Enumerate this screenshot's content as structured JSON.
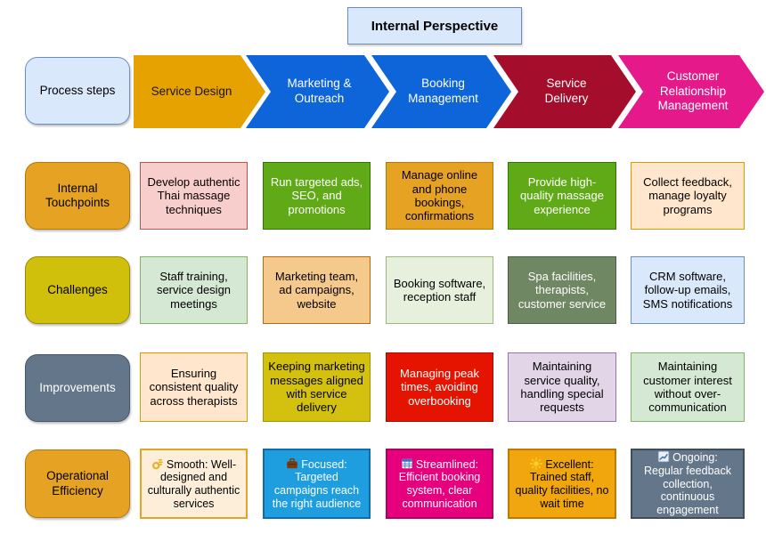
{
  "title": "Internal Perspective",
  "process_steps": {
    "label": "Process steps",
    "steps": [
      "Service Design",
      "Marketing & Outreach",
      "Booking Management",
      "Service Delivery",
      "Customer Relationship Management"
    ]
  },
  "grid": {
    "rows": [
      {
        "label": "Internal Touchpoints",
        "cells": [
          {
            "text": "Develop authentic Thai massage techniques"
          },
          {
            "text": "Run targeted ads, SEO, and promotions"
          },
          {
            "text": "Manage online and phone bookings, confirmations"
          },
          {
            "text": "Provide high-quality massage experience"
          },
          {
            "text": "Collect feedback, manage loyalty programs"
          }
        ]
      },
      {
        "label": "Challenges",
        "cells": [
          {
            "text": "Staff training, service design meetings"
          },
          {
            "text": "Marketing team, ad campaigns, website"
          },
          {
            "text": "Booking software, reception staff"
          },
          {
            "text": "Spa facilities, therapists, customer service"
          },
          {
            "text": "CRM software, follow-up emails, SMS notifications"
          }
        ]
      },
      {
        "label": "Improvements",
        "cells": [
          {
            "text": "Ensuring consistent quality across therapists"
          },
          {
            "text": "Keeping marketing messages aligned with service delivery"
          },
          {
            "text": "Managing peak times, avoiding overbooking"
          },
          {
            "text": "Maintaining service quality, handling special requests"
          },
          {
            "text": "Maintaining customer interest without over-communication"
          }
        ]
      },
      {
        "label": "Operational Efficiency",
        "cells": [
          {
            "icon": "ok-hand-icon",
            "text": "Smooth: Well-designed and culturally authentic services"
          },
          {
            "icon": "briefcase-icon",
            "text": "Focused: Targeted campaigns reach the right audience"
          },
          {
            "icon": "calendar-icon",
            "text": "Streamlined: Efficient booking system, clear communication"
          },
          {
            "icon": "sun-icon",
            "text": "Excellent: Trained staff, quality facilities, no wait time"
          },
          {
            "icon": "chart-increasing-icon",
            "text": "Ongoing: Regular feedback collection, continuous engagement"
          }
        ]
      }
    ]
  },
  "colors": {
    "title_fill": "#dae8fc",
    "title_border": "#6c8ebf",
    "chevron_orange": "#e6a200",
    "chevron_blue": "#0d65d9",
    "chevron_dark_red": "#a50d2d",
    "chevron_pink": "#e6198b",
    "label_orange": "#e6a223",
    "label_gold": "#d0c00c",
    "label_slate": "#64778a",
    "cell_pink": "#f8cecc",
    "cell_green": "#60a917",
    "cell_peach": "#ffe6cc",
    "cell_light_green": "#d5e8d4",
    "cell_sage": "#6f8762",
    "cell_light_blue": "#dae8fc",
    "cell_red": "#e51400",
    "cell_lavender": "#e1d5e7",
    "cell_sky_blue": "#1e9ede",
    "cell_magenta": "#e6007e",
    "cell_amber": "#f2a60d"
  }
}
